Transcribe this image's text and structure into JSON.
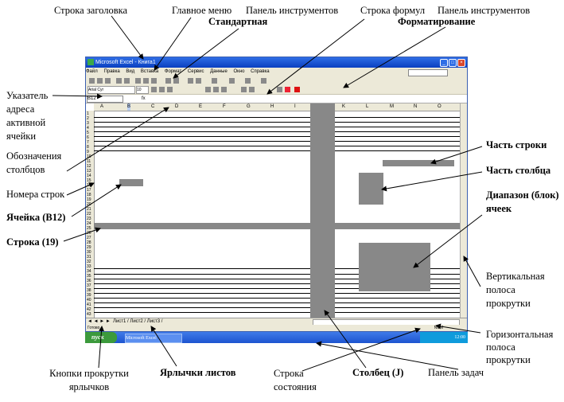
{
  "labels": {
    "title_bar": "Строка заголовка",
    "main_menu": "Главное меню",
    "toolbar_std_line1": "Панель инструментов",
    "toolbar_std_line2": "Стандартная",
    "formula_bar": "Строка формул",
    "toolbar_fmt_line1": "Панель инструментов",
    "toolbar_fmt_line2": "Форматирование",
    "cell_address": "Указатель адреса активной ячейки",
    "column_headers": "Обозначения столбцов",
    "row_numbers": "Номера строк",
    "cell_b12": "Ячейка (В12)",
    "row_19": "Строка (19)",
    "part_of_row": "Часть строки",
    "part_of_column": "Часть столбца",
    "range": "Диапазон (блок) ячеек",
    "vscroll": "Вертикальная полоса прокрутки",
    "hscroll": "Горизонтальная полоса прокрутки",
    "tab_scroll_buttons": "Кнопки прокрутки ярлычков",
    "sheet_tabs": "Ярлычки листов",
    "status_bar": "Строка состояния",
    "column_j": "Столбец (J)",
    "taskbar": "Панель задач"
  },
  "window": {
    "title": "Microsoft Excel - Книга1",
    "menu": [
      "Файл",
      "Правка",
      "Вид",
      "Вставка",
      "Формат",
      "Сервис",
      "Данные",
      "Окно",
      "Справка"
    ],
    "name_box": "B12",
    "font_name": "Arial Cyr",
    "font_size": "10",
    "columns": [
      "A",
      "B",
      "C",
      "D",
      "E",
      "F",
      "G",
      "H",
      "I",
      "J",
      "K",
      "L",
      "M",
      "N",
      "O"
    ],
    "rows": [
      "1",
      "2",
      "3",
      "4",
      "5",
      "6",
      "7",
      "8",
      "9",
      "10",
      "11",
      "12",
      "13",
      "14",
      "15",
      "16",
      "17",
      "18",
      "19",
      "20",
      "21",
      "22",
      "23",
      "24",
      "25",
      "26",
      "27",
      "28",
      "29",
      "30",
      "31",
      "32",
      "33",
      "34",
      "35",
      "36",
      "37",
      "38",
      "39",
      "40",
      "41",
      "42",
      "43"
    ],
    "sheet_tabs": "Лист1 / Лист2 / Лист3 /",
    "status": "Готово",
    "status_right": "NUM",
    "start_button": "пуск",
    "taskbar_item": "Microsoft Excel",
    "clock": "12:00"
  },
  "colors": {
    "highlight": "#888888",
    "title_bar": "#0a3fc0",
    "taskbar": "#1d54d0"
  }
}
